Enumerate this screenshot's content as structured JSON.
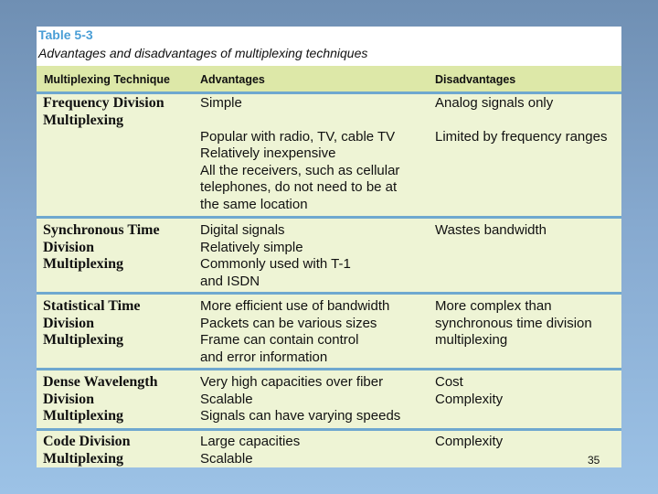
{
  "caption": {
    "number": "Table 5-3",
    "title": "Advantages and disadvantages of multiplexing techniques"
  },
  "headers": {
    "technique": "Multiplexing Technique",
    "advantages": "Advantages",
    "disadvantages": "Disadvantages"
  },
  "rows": [
    {
      "technique": [
        "Frequency Division",
        "Multiplexing"
      ],
      "advantages_a": [
        "Simple"
      ],
      "advantages_b": [
        "Popular with radio, TV, cable TV",
        "Relatively inexpensive",
        "All the receivers, such as cellular",
        "telephones, do not need to be at",
        "the same location"
      ],
      "disadvantages_a": [
        "Analog signals only"
      ],
      "disadvantages_b": [
        "Limited by frequency ranges"
      ]
    },
    {
      "technique": [
        "Synchronous Time",
        "Division",
        "Multiplexing"
      ],
      "advantages_a": [
        "Digital signals",
        "Relatively simple",
        "Commonly used with T-1",
        "and ISDN"
      ],
      "disadvantages_a": [
        "Wastes bandwidth"
      ]
    },
    {
      "technique": [
        "Statistical Time",
        "Division",
        "Multiplexing"
      ],
      "advantages_a": [
        "More efficient use of bandwidth",
        "Packets can be various sizes",
        "Frame can contain control",
        "and error information"
      ],
      "disadvantages_a": [
        "More complex than",
        "synchronous time division",
        "multiplexing"
      ]
    },
    {
      "technique": [
        "Dense Wavelength",
        "Division",
        "Multiplexing"
      ],
      "advantages_a": [
        "Very high capacities over fiber",
        "Scalable",
        "Signals can have varying speeds"
      ],
      "disadvantages_a": [
        "Cost",
        "Complexity"
      ]
    },
    {
      "technique": [
        "Code Division",
        "Multiplexing"
      ],
      "advantages_a": [
        "Large capacities",
        "Scalable"
      ],
      "disadvantages_a": [
        "Complexity"
      ]
    }
  ],
  "page_number": "35",
  "colors": {
    "background_top": "#6f8fb3",
    "table_body": "#eef4d5",
    "header_band": "#dde8a8",
    "divider": "#6fa8cf",
    "caption_number": "#4a9ed6"
  }
}
